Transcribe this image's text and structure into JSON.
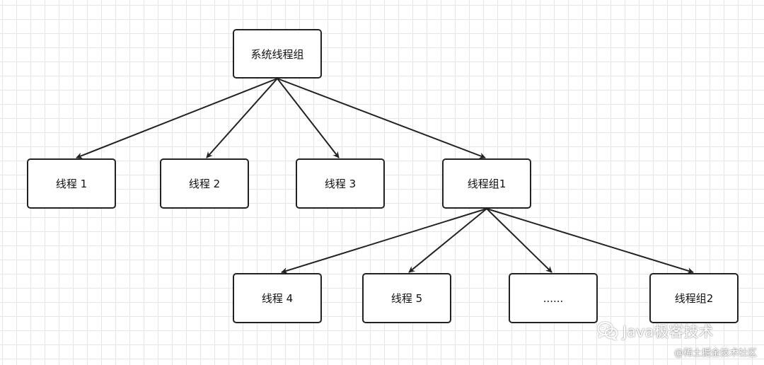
{
  "diagram": {
    "nodes": {
      "root": "系统线程组",
      "thread1": "线程 1",
      "thread2": "线程 2",
      "thread3": "线程 3",
      "group1": "线程组1",
      "thread4": "线程 4",
      "thread5": "线程 5",
      "ellipsis": "......",
      "group2": "线程组2"
    },
    "edges": [
      [
        "root",
        "thread1"
      ],
      [
        "root",
        "thread2"
      ],
      [
        "root",
        "thread3"
      ],
      [
        "root",
        "group1"
      ],
      [
        "group1",
        "thread4"
      ],
      [
        "group1",
        "thread5"
      ],
      [
        "group1",
        "ellipsis"
      ],
      [
        "group1",
        "group2"
      ]
    ]
  },
  "watermark": {
    "main": "Java极客技术",
    "sub": "@稀土掘金技术社区",
    "icon": "wechat-icon"
  }
}
